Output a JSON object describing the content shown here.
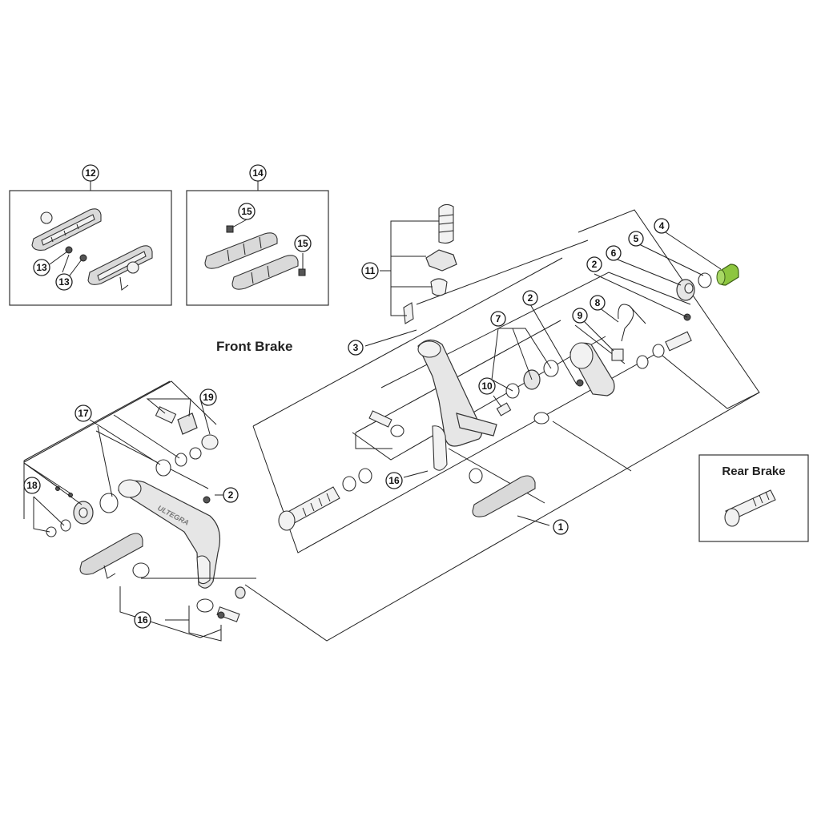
{
  "labels": {
    "front_brake": "Front Brake",
    "rear_brake": "Rear Brake",
    "arm_brand": "ULTEGRA"
  },
  "callouts": {
    "c1": "1",
    "c2a": "2",
    "c2b": "2",
    "c2c": "2",
    "c3": "3",
    "c4": "4",
    "c5": "5",
    "c6": "6",
    "c7": "7",
    "c8": "8",
    "c9": "9",
    "c10": "10",
    "c11": "11",
    "c12": "12",
    "c13a": "13",
    "c13b": "13",
    "c14": "14",
    "c15a": "15",
    "c15b": "15",
    "c16a": "16",
    "c16b": "16",
    "c17": "17",
    "c18": "18",
    "c19": "19"
  },
  "colors": {
    "highlight_part": "#8dc63f",
    "line": "#222222"
  }
}
